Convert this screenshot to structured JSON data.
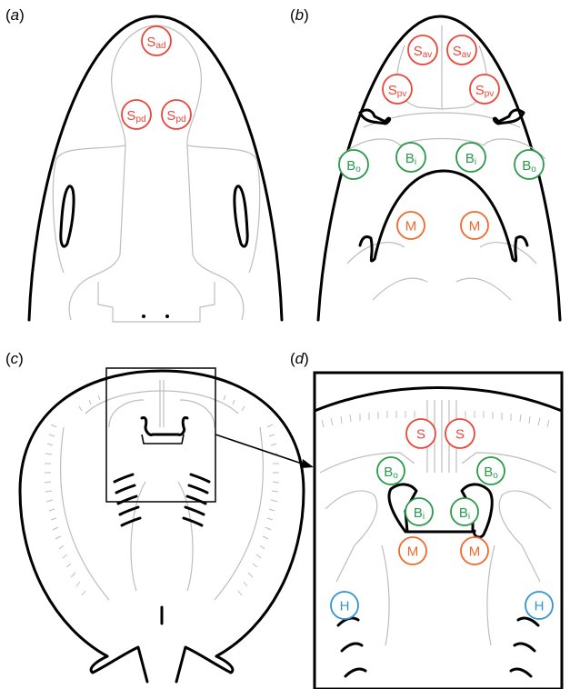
{
  "panels": {
    "a": {
      "label_open": "(",
      "letter": "a",
      "label_close": ")"
    },
    "b": {
      "label_open": "(",
      "letter": "b",
      "label_close": ")"
    },
    "c": {
      "label_open": "(",
      "letter": "c",
      "label_close": ")"
    },
    "d": {
      "label_open": "(",
      "letter": "d",
      "label_close": ")"
    }
  },
  "markers": {
    "s_ad": {
      "base": "S",
      "sub": "ad",
      "color": "#e8483b"
    },
    "s_pd": {
      "base": "S",
      "sub": "pd",
      "color": "#e8483b"
    },
    "s_av": {
      "base": "S",
      "sub": "av",
      "color": "#e8483b"
    },
    "s_pv": {
      "base": "S",
      "sub": "pv",
      "color": "#e8483b"
    },
    "b_o": {
      "base": "B",
      "sub": "o",
      "color": "#2a9a4a"
    },
    "b_i": {
      "base": "B",
      "sub": "i",
      "color": "#2a9a4a"
    },
    "m": {
      "base": "M",
      "color": "#ee6a2c"
    },
    "s": {
      "base": "S",
      "color": "#e8483b"
    },
    "h": {
      "base": "H",
      "color": "#2f94d4"
    }
  }
}
